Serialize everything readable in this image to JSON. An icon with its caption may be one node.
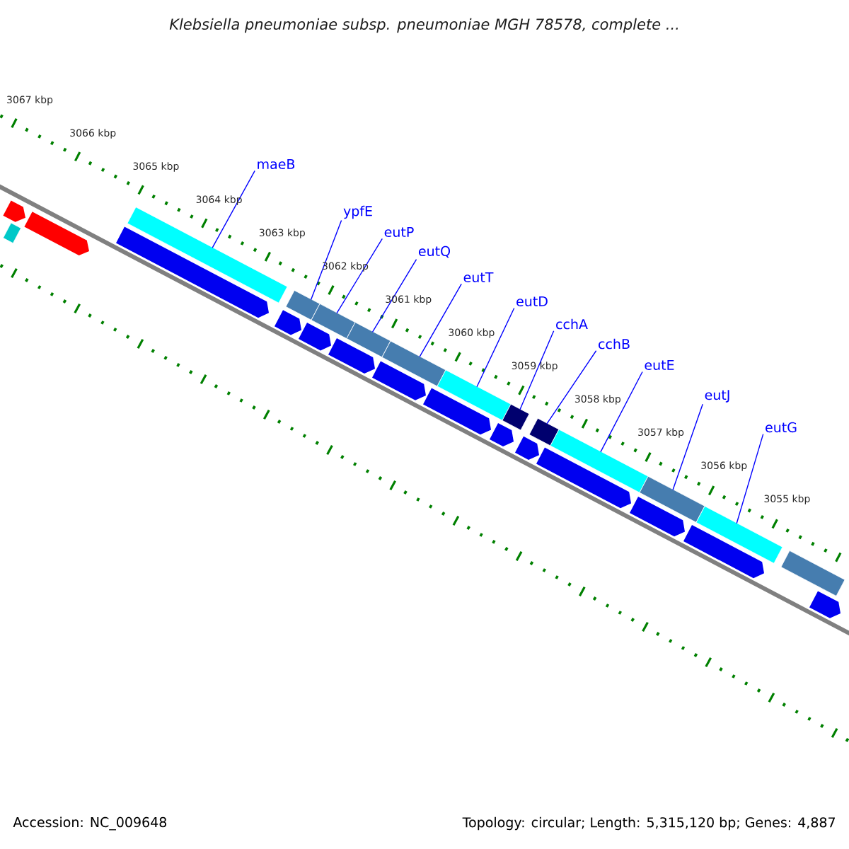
{
  "diagram": {
    "title": "*Klebsiella pneumoniae* subsp. *pneumoniae* MGH 78578, complete ...",
    "nodes": [
      {
        "text": [
          "maeB"
        ]
      },
      {
        "text": [
          "ypfE"
        ]
      },
      {
        "text": [
          "eutP"
        ]
      },
      {
        "text": [
          "eutQ"
        ]
      },
      {
        "text": [
          "eutT"
        ]
      },
      {
        "text": [
          "eutD"
        ]
      },
      {
        "text": [
          "cchA"
        ]
      },
      {
        "text": [
          "cchB"
        ]
      },
      {
        "text": [
          "eutE"
        ]
      },
      {
        "text": [
          "eutJ"
        ]
      },
      {
        "text": [
          "eutG"
        ]
      },
      {
        "text": [],
        "shape": "bar"
      },
      {
        "text": [],
        "shape": "bar"
      },
      {
        "text": [],
        "shape": "bar"
      },
      {
        "text": [],
        "shape": "bar"
      },
      {
        "text": [],
        "shape": "bar"
      },
      {
        "text": [],
        "shape": "bar"
      },
      {
        "text": [],
        "shape": "bar"
      },
      {
        "text": [],
        "shape": "bar"
      },
      {
        "text": [],
        "shape": "bar"
      },
      {
        "text": [],
        "shape": "bar"
      },
      {
        "text": [],
        "shape": "bar"
      },
      {
        "text": [],
        "shape": "bar"
      },
      {
        "text": [],
        "shape": "bar"
      },
      {
        "text": [],
        "shape": "bar"
      },
      {
        "text": [],
        "shape": "bar"
      },
      {
        "text": [],
        "shape": "bar"
      },
      {
        "text": [],
        "shape": "bar"
      },
      {
        "text": [],
        "shape": "bar"
      },
      {
        "text": [],
        "shape": "bar"
      },
      {
        "text": [],
        "shape": "bar"
      },
      {
        "text": [],
        "shape": "bar"
      },
      {
        "text": [],
        "shape": "bar"
      },
      {
        "text": [],
        "shape": "bar"
      },
      {
        "text": [],
        "shape": "bar"
      },
      {
        "text": [],
        "shape": "bar"
      },
      {
        "text": [],
        "shape": "bar"
      },
      {
        "text": [],
        "shape": "bar"
      }
    ],
    "edges": [
      {
        "from": 0,
        "to": 11,
        "arrow": "none"
      },
      {
        "from": 1,
        "to": 12,
        "arrow": "none"
      },
      {
        "from": 2,
        "to": 13,
        "arrow": "none"
      },
      {
        "from": 3,
        "to": 14,
        "arrow": "none"
      },
      {
        "from": 4,
        "to": 15,
        "arrow": "none"
      },
      {
        "from": 5,
        "to": 16,
        "arrow": "none"
      },
      {
        "from": 6,
        "to": 17,
        "arrow": "none"
      },
      {
        "from": 7,
        "to": 18,
        "arrow": "none"
      },
      {
        "from": 8,
        "to": 19,
        "arrow": "none"
      },
      {
        "from": 9,
        "to": 20,
        "arrow": "none"
      },
      {
        "from": 10,
        "to": 21,
        "arrow": "none"
      }
    ],
    "labels": [
      "3067 kbp",
      "3066 kbp",
      "3065 kbp",
      "3064 kbp",
      "3063 kbp",
      "3062 kbp",
      "3061 kbp",
      "3060 kbp",
      "3059 kbp",
      "3058 kbp",
      "3057 kbp",
      "3056 kbp",
      "3055 kbp",
      "Accession: NC_009648",
      "Topology: circular; Length: 5,315,120 bp; Genes: 4,887"
    ]
  }
}
